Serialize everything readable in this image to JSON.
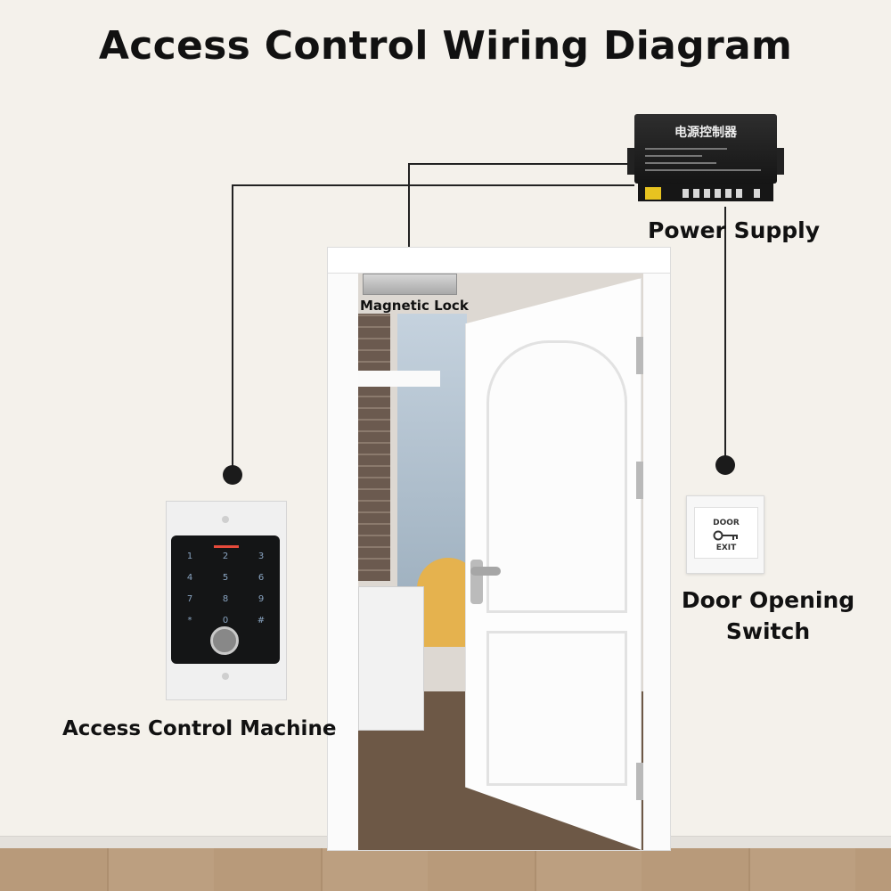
{
  "title": "Access Control Wiring Diagram",
  "components": {
    "power_supply": {
      "label": "Power Supply",
      "device_title": "电源控制器"
    },
    "magnetic_lock": {
      "label": "Magnetic Lock"
    },
    "access_control_machine": {
      "label": "Access Control Machine",
      "keys": [
        "1",
        "2",
        "3",
        "4",
        "5",
        "6",
        "7",
        "8",
        "9",
        "*",
        "0",
        "#"
      ]
    },
    "door_opening_switch": {
      "label_line1": "Door Opening",
      "label_line2": "Switch",
      "button_top": "DOOR",
      "button_bottom": "EXIT"
    }
  },
  "colors": {
    "wire": "#222222",
    "title": "#111111",
    "psu_terminal": "#e7c320"
  }
}
